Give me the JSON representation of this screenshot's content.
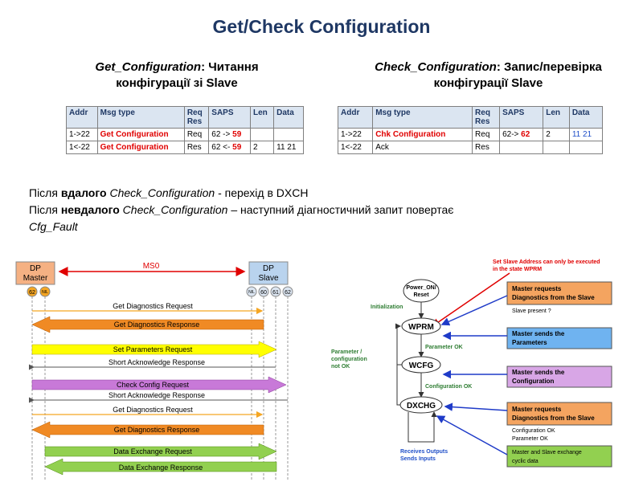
{
  "slide": {
    "title": "Get/Check Configuration"
  },
  "get_config": {
    "heading_italic": "Get_Configuration",
    "heading_rest_line1": ": Читання",
    "heading_line2": "конфігурації зі Slave",
    "headers": [
      "Addr",
      "Msg type",
      "Req\nRes",
      "SAPS",
      "Len",
      "Data"
    ],
    "rows": [
      {
        "addr": "1->22",
        "msg": "Get Configuration",
        "reqres": "Req",
        "saps_prefix": "62 -> ",
        "saps_num": "59",
        "len": "",
        "data": ""
      },
      {
        "addr": "1<-22",
        "msg": "Get Configuration",
        "reqres": "Res",
        "saps_prefix": "62 <- ",
        "saps_num": "59",
        "len": "2",
        "data": "11 21"
      }
    ]
  },
  "check_config": {
    "heading_italic": "Check_Configuration",
    "heading_rest_line1": ": Запис/перевірка",
    "heading_line2": "конфігурації Slave",
    "headers": [
      "Addr",
      "Msg type",
      "Req\nRes",
      "SAPS",
      "Len",
      "Data"
    ],
    "rows": [
      {
        "addr": "1->22",
        "msg": "Chk Configuration",
        "reqres": "Req",
        "saps_prefix": "62-> ",
        "saps_num": "62",
        "len": "2",
        "data": "11 21"
      },
      {
        "addr": "1<-22",
        "msg": "Ack",
        "reqres": "Res",
        "saps_prefix": "",
        "saps_num": "",
        "len": "",
        "data": ""
      }
    ]
  },
  "paragraph": {
    "line1_a": "Після ",
    "line1_b": "вдалого",
    "line1_c": " Check_Configuration",
    "line1_d": "  - перехід в DXCH",
    "line2_a": "Після ",
    "line2_b": "невдалого",
    "line2_c": " Check_Configuration",
    "line2_d": " – наступний діагностичний запит  повертає",
    "line3": "Cfg_Fault"
  },
  "sequence": {
    "master_label_1": "DP",
    "master_label_2": "Master",
    "slave_label_1": "DP",
    "slave_label_2": "Slave",
    "ms0_label": "MS0",
    "master_sap_a": "62",
    "master_sap_b": "NIL",
    "slave_sap_a": "NIL",
    "slave_sap_b": "60",
    "slave_sap_c": "61",
    "slave_sap_d": "62",
    "messages": [
      "Get Diagnostics Request",
      "Get Diagnostics Response",
      "Set Parameters Request",
      "Short Acknowledge Response",
      "Check Config Request",
      "Short Acknowledge Response",
      "Get Diagnostics Request",
      "Get Diagnostics Response",
      "Data Exchange Request",
      "Data Exchange Response"
    ]
  },
  "state_machine": {
    "red_note_1": "Set Slave Address can only be executed",
    "red_note_2": "in the state WPRM",
    "power_1": "Power_ON/",
    "power_2": "Reset",
    "initialization": "Initialization",
    "wprm": "WPRM",
    "wcfg": "WCFG",
    "dxchg": "DXCHG",
    "parameter_ok": "Parameter OK",
    "configuration_ok": "Configuration OK",
    "param_not_ok_1": "Parameter /",
    "param_not_ok_2": "configuration",
    "param_not_ok_3": "not OK",
    "receives_outputs": "Receives Outputs",
    "sends_inputs": "Sends Inputs",
    "box1_1": "Master requests",
    "box1_2": "Diagnostics from the Slave",
    "slave_present": "Slave present ?",
    "box2_1": "Master sends the",
    "box2_2": "Parameters",
    "box3_1": "Master sends the",
    "box3_2": "Configuration",
    "box4_1": "Master requests",
    "box4_2": "Diagnostics from the Slave",
    "configuration_ok_2": "Configuration OK",
    "parameter_ok_2": "Parameter OK",
    "box5_1": "Master and Slave exchange",
    "box5_2": "cyclic data"
  }
}
